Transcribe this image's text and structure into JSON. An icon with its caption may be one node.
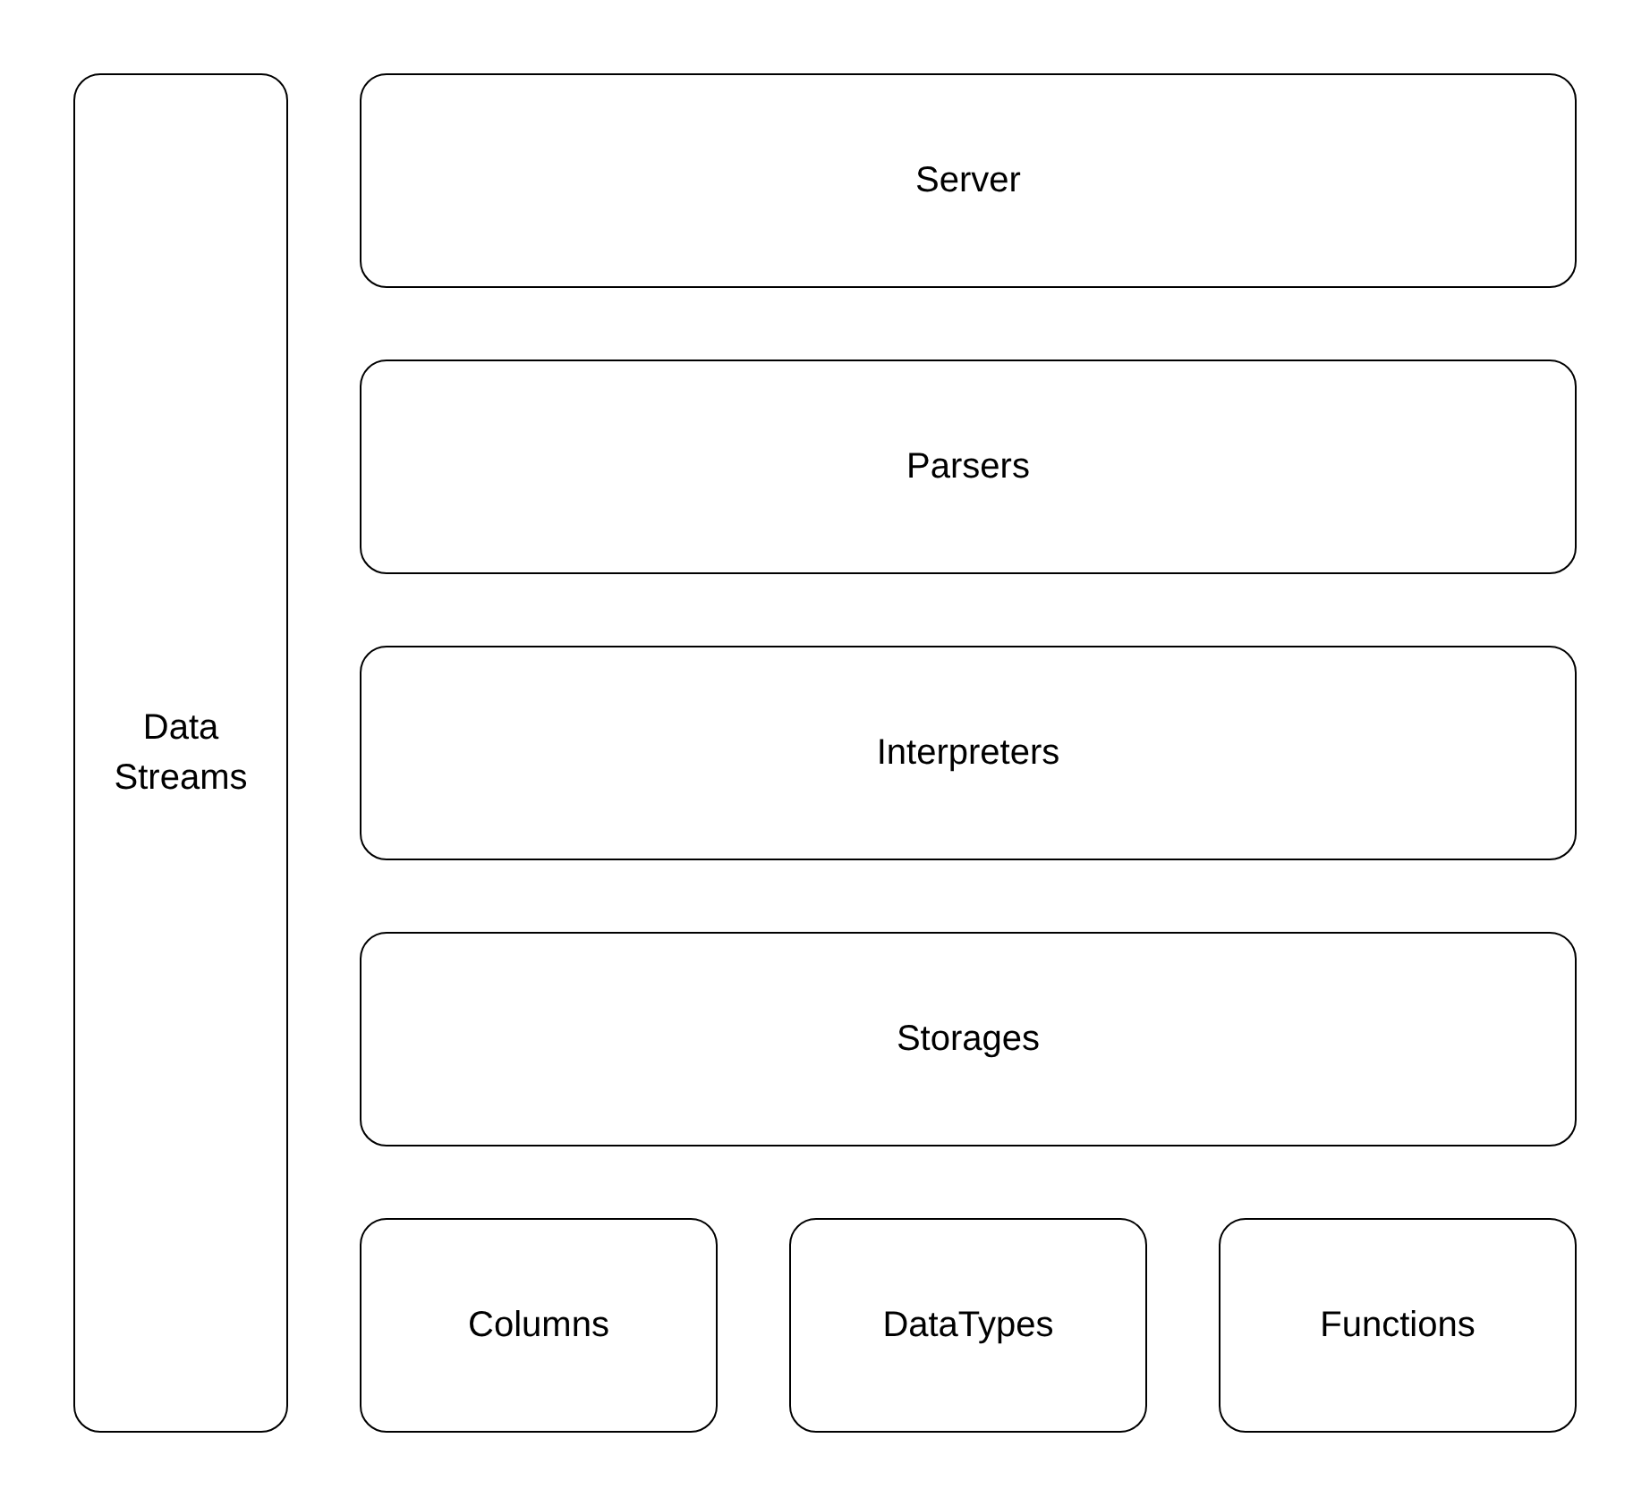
{
  "diagram": {
    "nodes": [
      {
        "text": [
          "Data Streams"
        ]
      },
      {
        "text": [
          "Server"
        ]
      },
      {
        "text": [
          "Parsers"
        ]
      },
      {
        "text": [
          "Interpreters"
        ]
      },
      {
        "text": [
          "Storages"
        ]
      },
      {
        "text": [
          "Columns"
        ]
      },
      {
        "text": [
          "DataTypes"
        ]
      },
      {
        "text": [
          "Functions"
        ]
      }
    ]
  }
}
